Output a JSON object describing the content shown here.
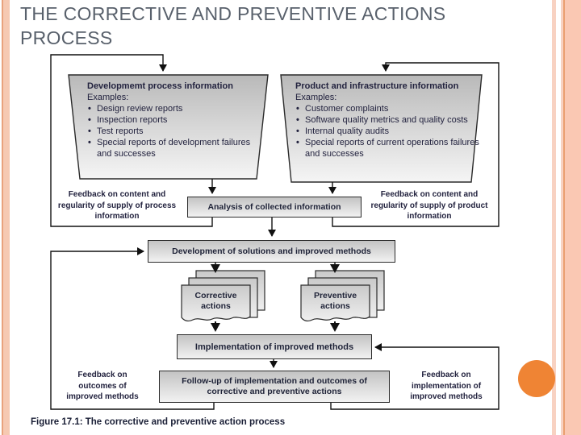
{
  "slide": {
    "title": "THE CORRECTIVE AND PREVENTIVE ACTIONS PROCESS"
  },
  "colors": {
    "accent_orange": "#ef8434",
    "stripe_salmon": "#f8cdb9",
    "stripe_dark_edge": "#e9a27d",
    "title_gray": "#59616c",
    "diagram_text": "#23233f",
    "connector_line": "#111111",
    "box_gradient_top": "#c3c3c3",
    "box_gradient_bottom": "#f2f2f2"
  },
  "diagram": {
    "source_left": {
      "title": "Developmemt process information",
      "examples_label": "Examples:",
      "bullets": [
        "Design review reports",
        "Inspection reports",
        "Test reports",
        "Special reports of development failures and successes"
      ]
    },
    "source_right": {
      "title": "Product and infrastructure information",
      "examples_label": "Examples:",
      "bullets": [
        "Customer complaints",
        "Software quality metrics and quality costs",
        "Internal quality audits",
        "Special reports of current operations failures and successes"
      ]
    },
    "feedback_top_left": "Feedback on content and regularity of supply of process information",
    "feedback_top_right": "Feedback on content and regularity of supply of product information",
    "analysis_box": "Analysis of collected information",
    "development_box": "Development of solutions and improved methods",
    "corrective_stack": "Corrective actions",
    "preventive_stack": "Preventive actions",
    "implementation_box": "Implementation of improved methods",
    "followup_box": "Follow-up of implementation and outcomes of corrective and preventive actions",
    "feedback_bottom_left": "Feedback on outcomes of improved methods",
    "feedback_bottom_right": "Feedback on implementation of improved methods",
    "caption_label": "Figure 17.1:",
    "caption_text": " The corrective and preventive action process"
  }
}
